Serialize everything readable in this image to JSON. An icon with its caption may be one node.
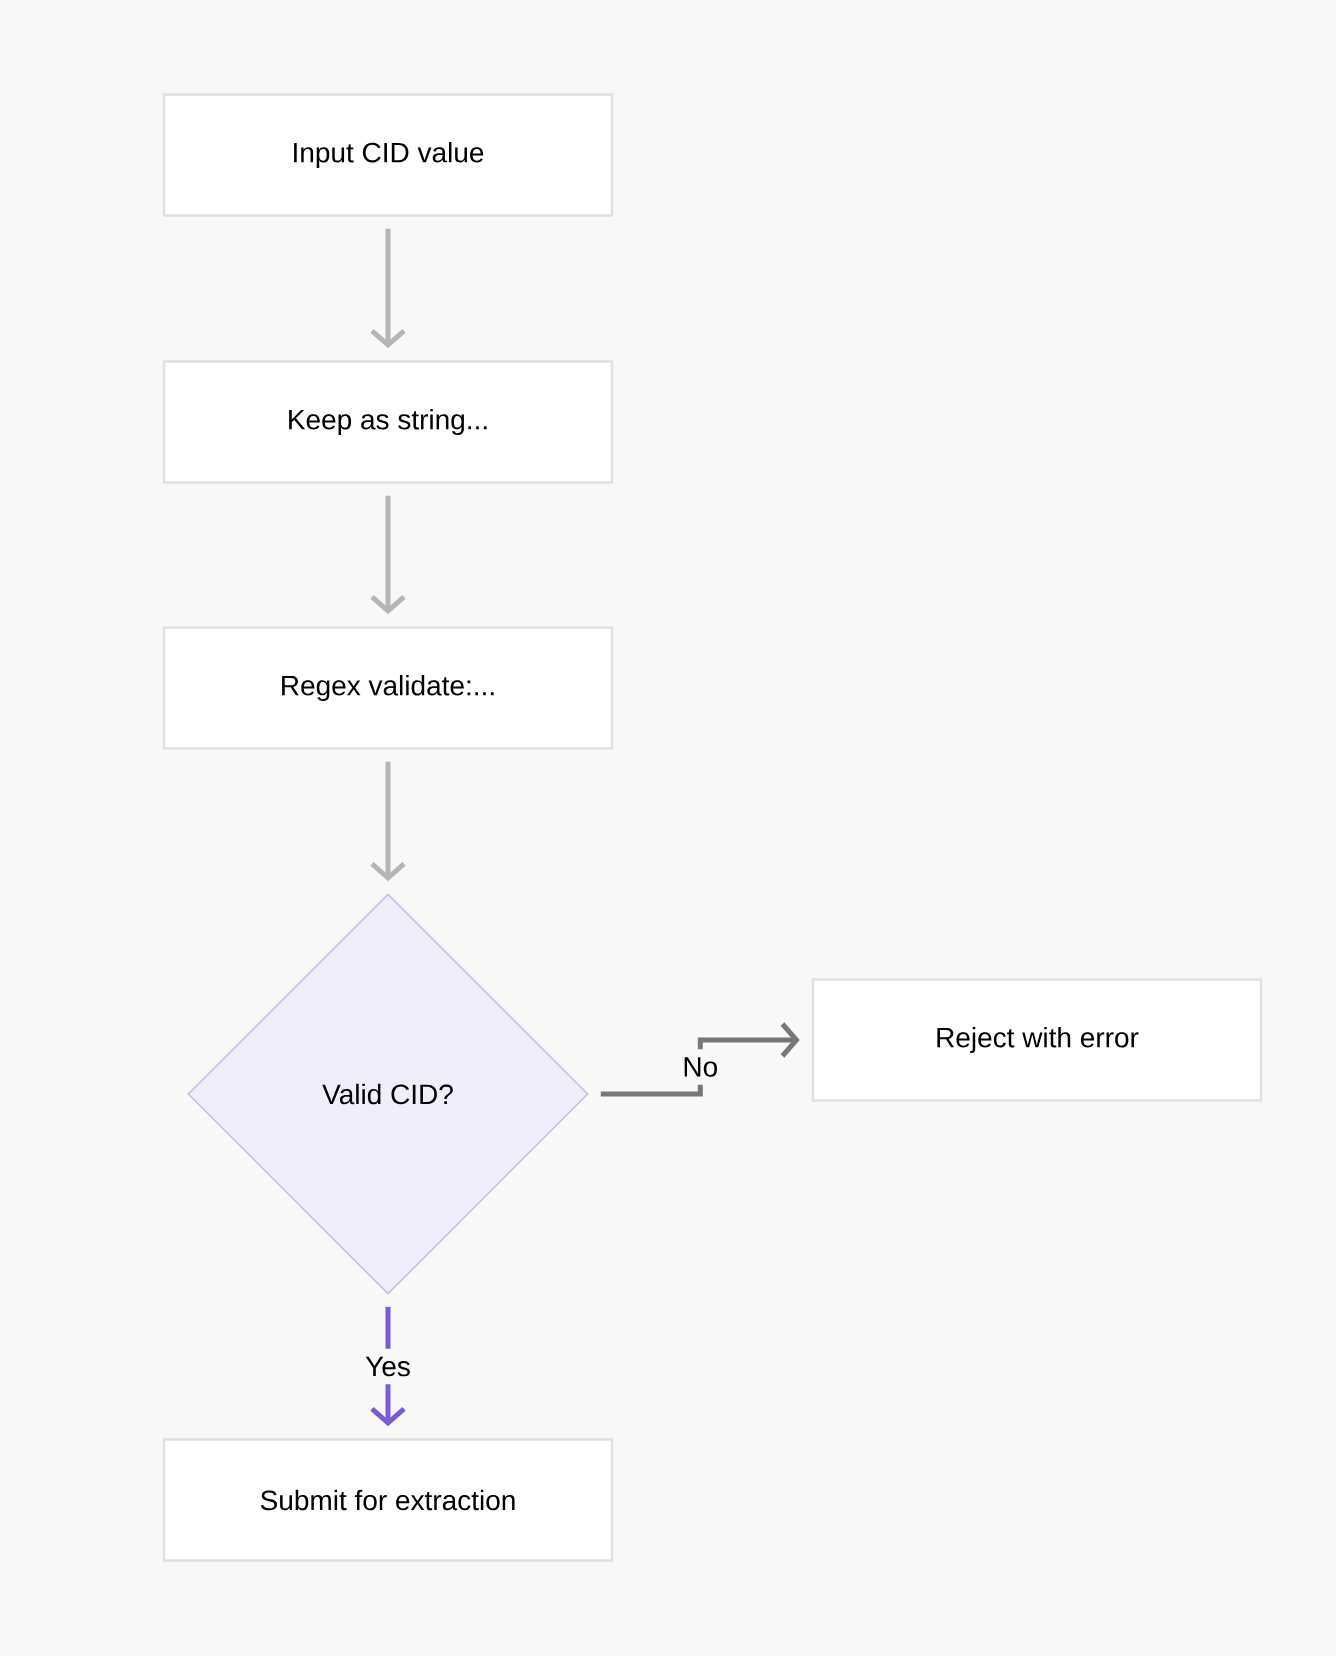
{
  "diagram": {
    "nodes": [
      {
        "text": [
          "Input CID value"
        ]
      },
      {
        "text": [
          "Keep as string..."
        ]
      },
      {
        "text": [
          "Regex validate:..."
        ]
      },
      {
        "text": [
          "Valid CID?"
        ]
      },
      {
        "text": [
          "Reject with error"
        ]
      },
      {
        "text": [
          "Submit for extraction"
        ]
      }
    ],
    "edges": [
      {
        "from": 0,
        "to": 1,
        "arrow": "to"
      },
      {
        "from": 1,
        "to": 2,
        "arrow": "to"
      },
      {
        "from": 2,
        "to": 3,
        "arrow": "to"
      },
      {
        "from": 3,
        "to": 4,
        "arrow": "to",
        "label": "No",
        "color": "#777777"
      },
      {
        "from": 3,
        "to": 5,
        "arrow": "to",
        "label": "Yes",
        "color": "#7b5cd6"
      }
    ]
  }
}
